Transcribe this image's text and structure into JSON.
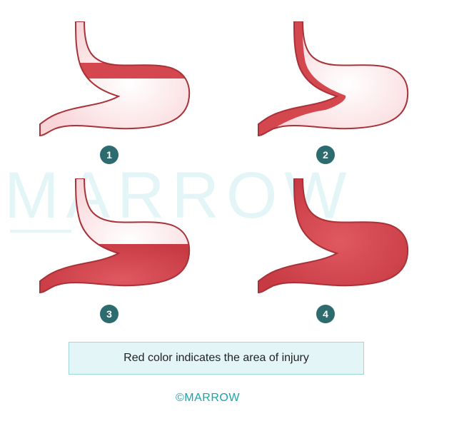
{
  "watermark": "MARROW",
  "figures": [
    {
      "number": "1",
      "injury": "upper fundus"
    },
    {
      "number": "2",
      "injury": "lesser curvature"
    },
    {
      "number": "3",
      "injury": "lower half"
    },
    {
      "number": "4",
      "injury": "entire stomach"
    }
  ],
  "caption": "Red color indicates the area of injury",
  "copyright": "©MARROW",
  "colors": {
    "injury": "#d4474f",
    "healthy": "#fce3e5",
    "outline": "#a83238",
    "badge": "#2c6b6e",
    "caption_bg": "#e3f5f6",
    "brand": "#1aa3ad"
  }
}
